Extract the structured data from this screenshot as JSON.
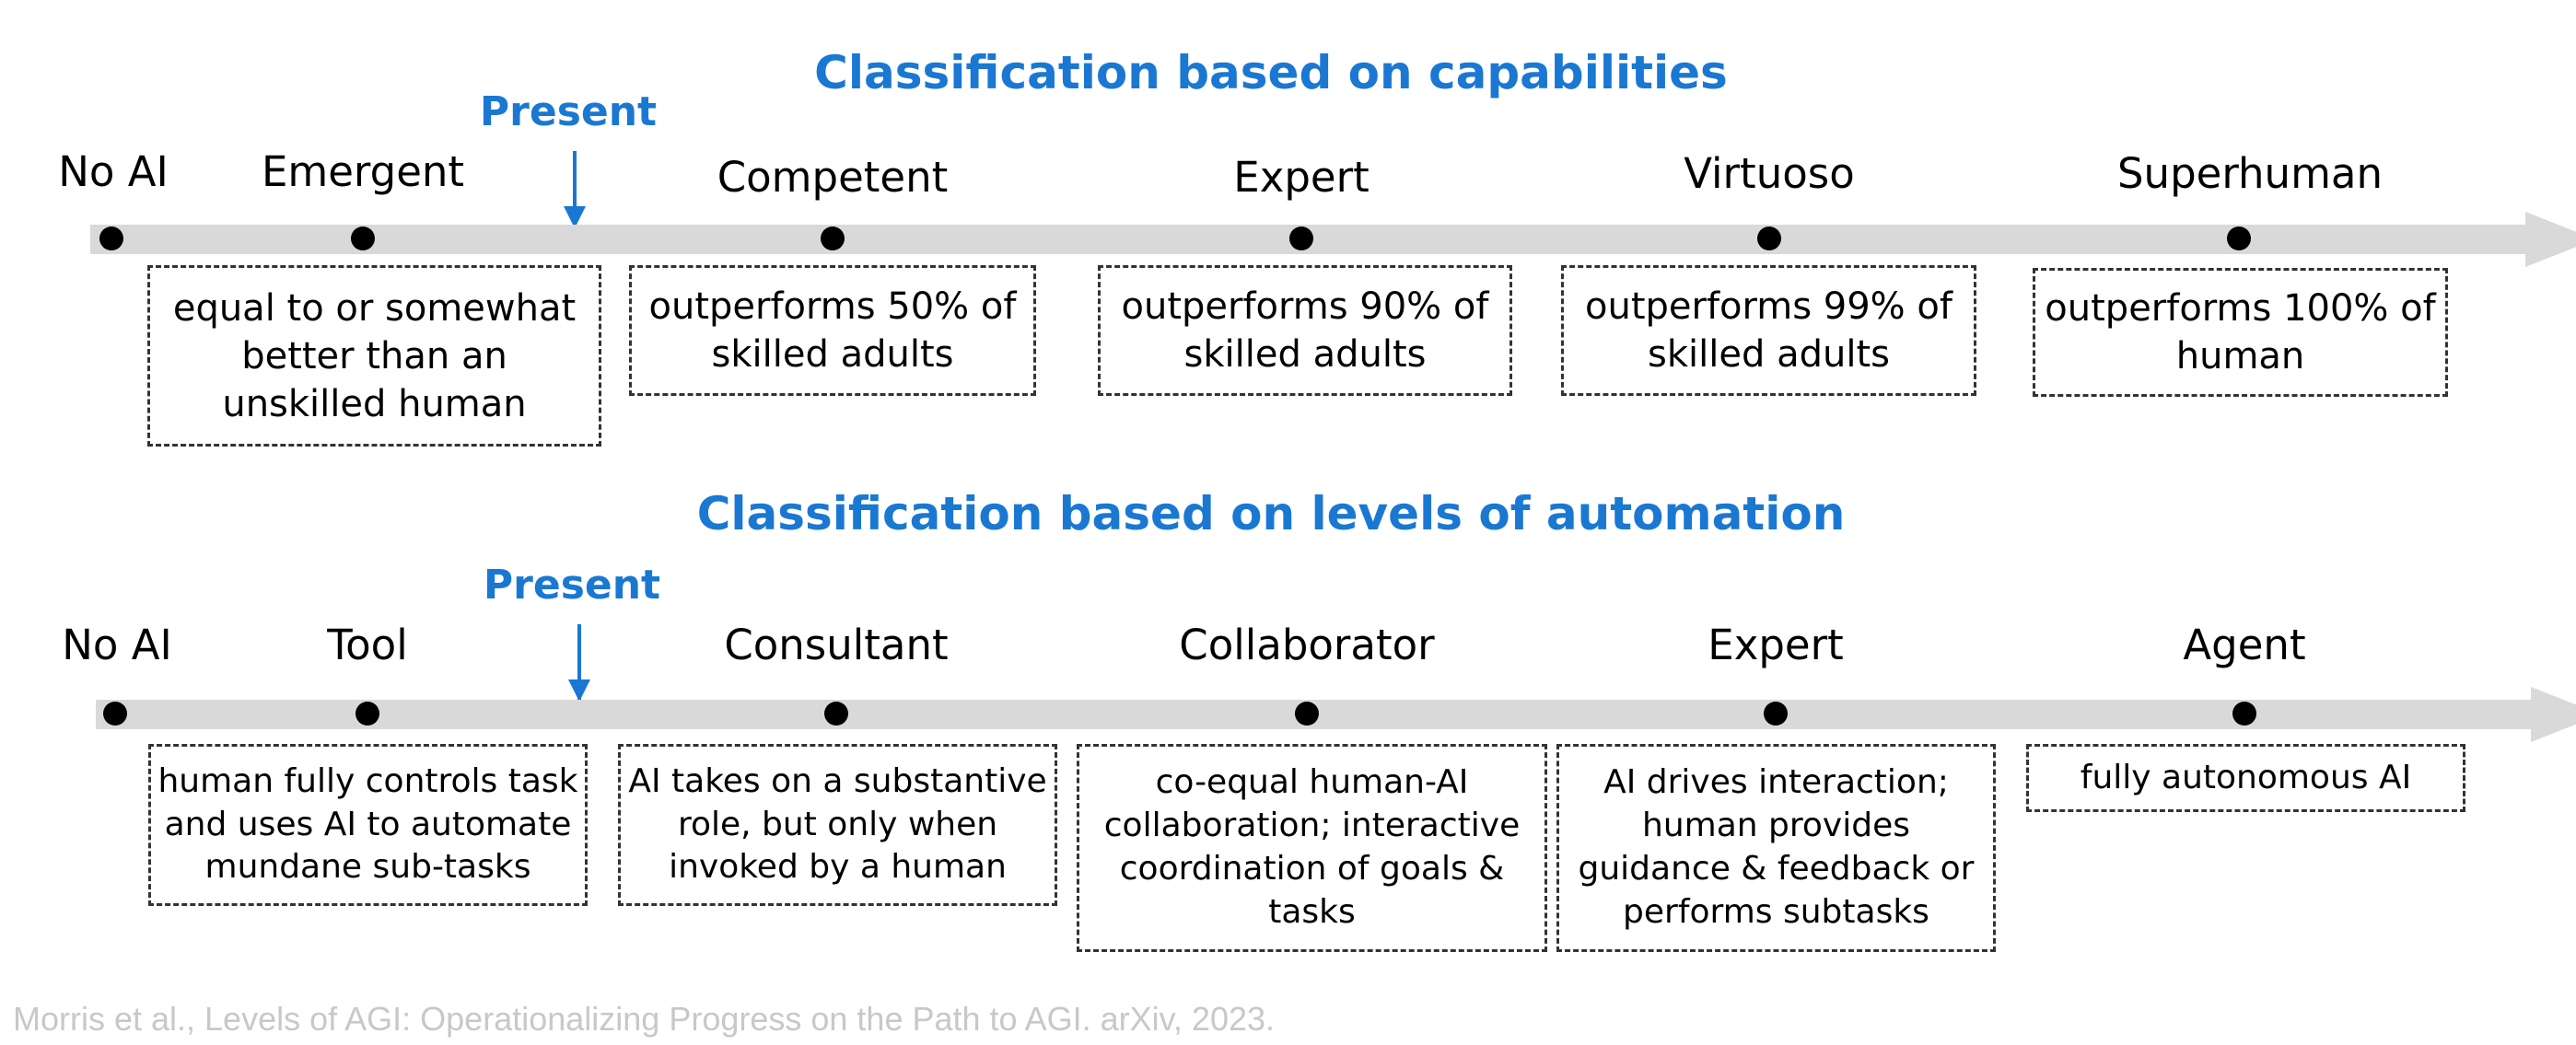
{
  "accent_color": "#1a78d2",
  "capabilities": {
    "title": "Classification based on capabilities",
    "present_label": "Present",
    "levels": [
      {
        "label": "No AI",
        "description": ""
      },
      {
        "label": "Emergent",
        "description": "equal to or somewhat better than an unskilled human"
      },
      {
        "label": "Competent",
        "description": "outperforms 50% of skilled adults"
      },
      {
        "label": "Expert",
        "description": "outperforms 90% of skilled adults"
      },
      {
        "label": "Virtuoso",
        "description": "outperforms 99% of skilled adults"
      },
      {
        "label": "Superhuman",
        "description": "outperforms 100% of human"
      }
    ]
  },
  "automation": {
    "title": "Classification based on levels of automation",
    "present_label": "Present",
    "levels": [
      {
        "label": "No AI",
        "description": ""
      },
      {
        "label": "Tool",
        "description": "human fully controls task and uses AI to automate mundane sub-tasks"
      },
      {
        "label": "Consultant",
        "description": "AI takes on a substantive role, but only when invoked by a human"
      },
      {
        "label": "Collaborator",
        "description": "co-equal human-AI collaboration; interactive coordination of goals & tasks"
      },
      {
        "label": "Expert",
        "description": "AI drives interaction; human provides guidance & feedback or performs subtasks"
      },
      {
        "label": "Agent",
        "description": "fully autonomous AI"
      }
    ]
  },
  "citation": "Morris et al., Levels of AGI: Operationalizing Progress on the Path to AGI. arXiv, 2023."
}
